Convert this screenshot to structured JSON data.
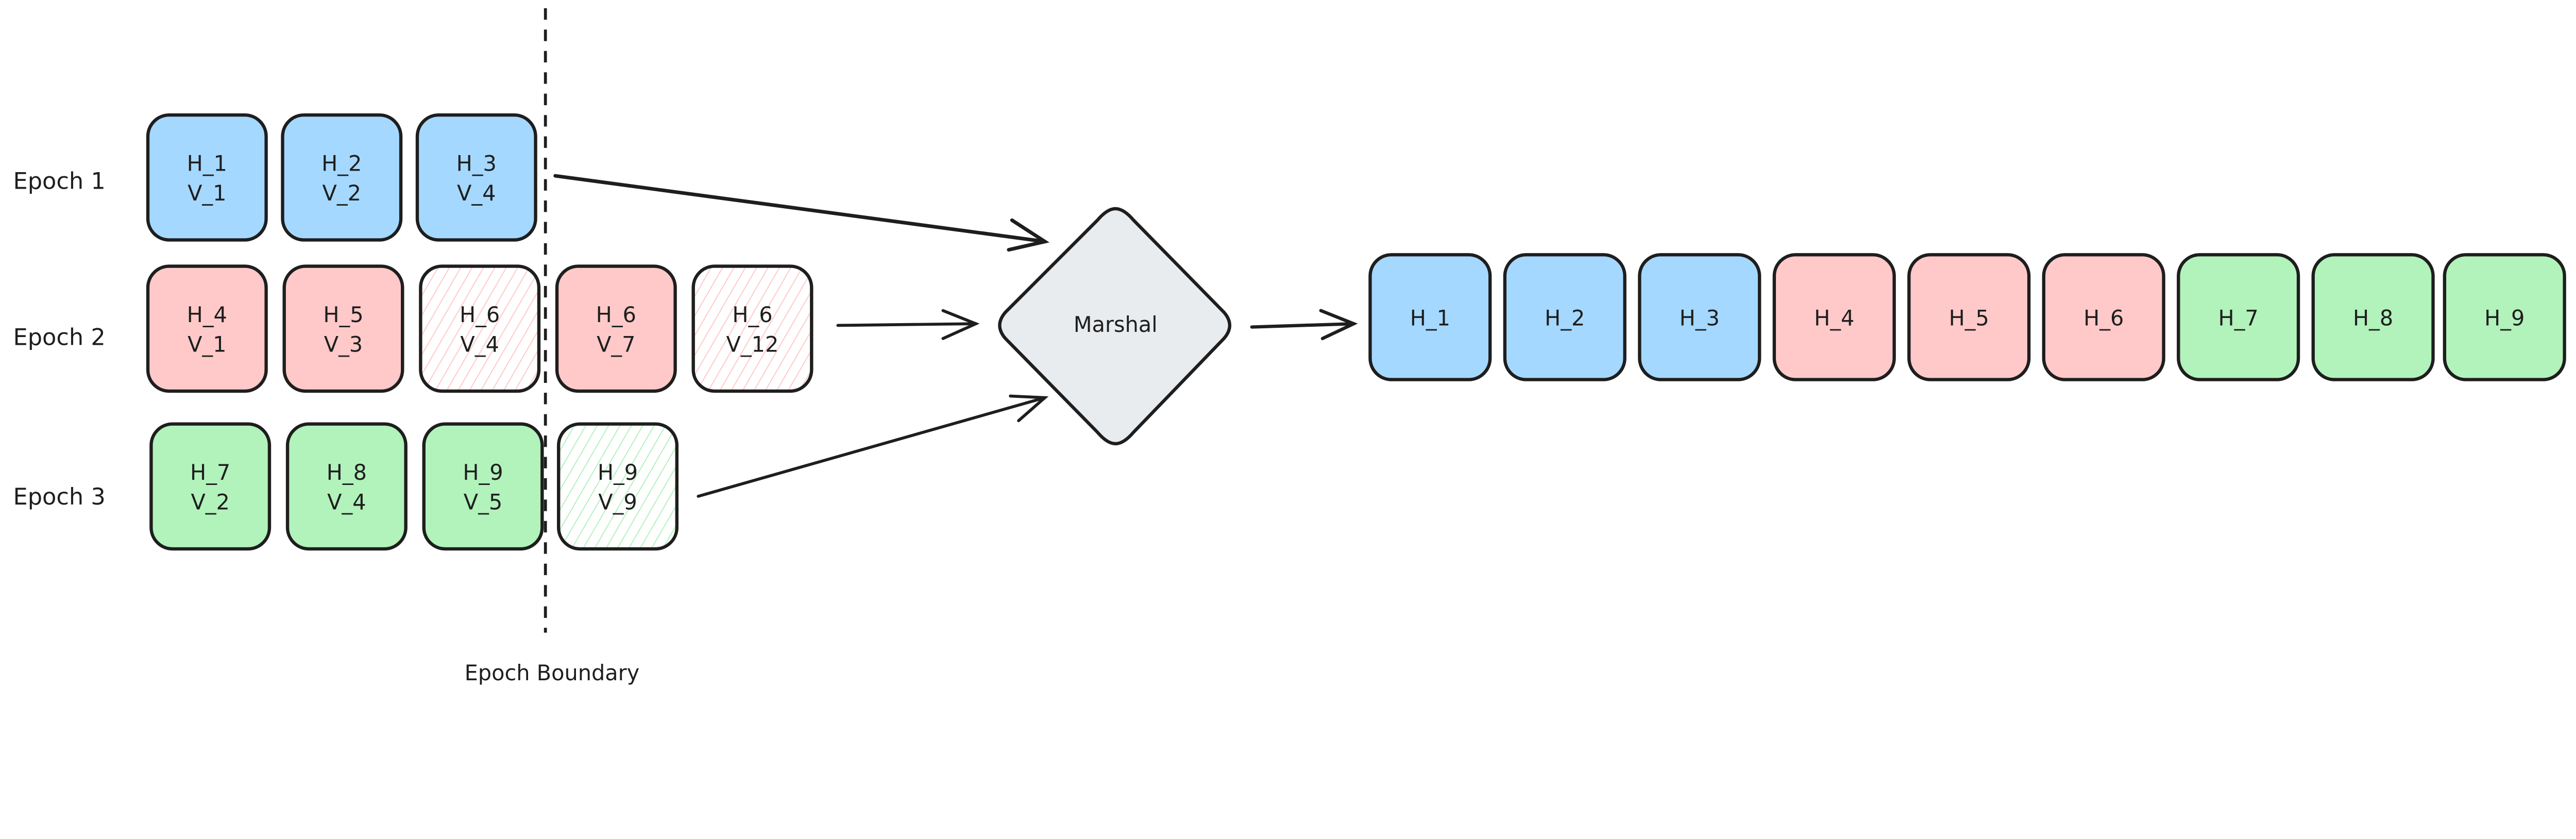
{
  "colors": {
    "blue": "#a5d8ff",
    "red": "#ffc9c9",
    "green": "#b2f2bb",
    "diamond": "#e9ecef",
    "stroke": "#1e1e1e"
  },
  "epochs": [
    {
      "label": "Epoch 1",
      "color": "blue",
      "items": [
        {
          "h": "H_1",
          "v": "V_1",
          "hatched": false
        },
        {
          "h": "H_2",
          "v": "V_2",
          "hatched": false
        },
        {
          "h": "H_3",
          "v": "V_4",
          "hatched": false
        }
      ]
    },
    {
      "label": "Epoch 2",
      "color": "red",
      "items": [
        {
          "h": "H_4",
          "v": "V_1",
          "hatched": false
        },
        {
          "h": "H_5",
          "v": "V_3",
          "hatched": false
        },
        {
          "h": "H_6",
          "v": "V_4",
          "hatched": true
        },
        {
          "h": "H_6",
          "v": "V_7",
          "hatched": false
        },
        {
          "h": "H_6",
          "v": "V_12",
          "hatched": true
        }
      ]
    },
    {
      "label": "Epoch 3",
      "color": "green",
      "items": [
        {
          "h": "H_7",
          "v": "V_2",
          "hatched": false
        },
        {
          "h": "H_8",
          "v": "V_4",
          "hatched": false
        },
        {
          "h": "H_9",
          "v": "V_5",
          "hatched": false
        },
        {
          "h": "H_9",
          "v": "V_9",
          "hatched": true
        }
      ]
    }
  ],
  "boundary_label": "Epoch Boundary",
  "marshal_label": "Marshal",
  "output": [
    {
      "h": "H_1",
      "color": "blue"
    },
    {
      "h": "H_2",
      "color": "blue"
    },
    {
      "h": "H_3",
      "color": "blue"
    },
    {
      "h": "H_4",
      "color": "red"
    },
    {
      "h": "H_5",
      "color": "red"
    },
    {
      "h": "H_6",
      "color": "red"
    },
    {
      "h": "H_7",
      "color": "green"
    },
    {
      "h": "H_8",
      "color": "green"
    },
    {
      "h": "H_9",
      "color": "green"
    }
  ]
}
